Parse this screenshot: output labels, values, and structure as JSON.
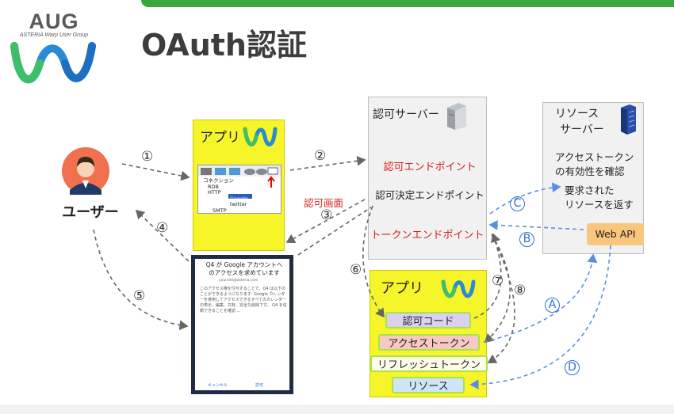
{
  "header": {
    "logo_text": "AUG",
    "logo_subtitle": "ASTERIA Warp User Group",
    "title": "OAuth認証"
  },
  "user": {
    "label": "ユーザー"
  },
  "app_top": {
    "label": "アプリ",
    "screenshot": {
      "row1": "コネクション",
      "row2": "RDB",
      "row3": "HTTP",
      "row4": "Google",
      "row5": "twitter",
      "row6": "SMTP"
    }
  },
  "auth_server": {
    "title": "認可サーバー",
    "authorization_endpoint": "認可エンドポイント",
    "decision_endpoint": "認可決定エンドポイント",
    "token_endpoint": "トークンエンドポイント"
  },
  "resource_server": {
    "title_line1": "リソース",
    "title_line2": "サーバー",
    "check_line1": "アクセストークン",
    "check_line2": "の有効性を確認",
    "return_line1": "要求された",
    "return_line2": "リソースを返す",
    "web_api": "Web API"
  },
  "auth_screen_label": "認可画面",
  "consent": {
    "title": "Q4 が Google アカウントへのアクセスを求めています",
    "email": "yoursite@asteria.com",
    "body": "このアクセス権を付与することで、Q4 は以下のことができるようになります: Google カレンダーを使用してアクセスできるすべてのカレンダーの表示、編集、共有、完全な削除です。 Q4 を信頼できることを確認 ...",
    "cancel": "キャンセル",
    "allow": "許可"
  },
  "app_bottom": {
    "label": "アプリ",
    "items": [
      "認可コード",
      "アクセストークン",
      "リフレッシュトークン",
      "リソース"
    ]
  },
  "steps": {
    "s1": "①",
    "s2": "②",
    "s3": "③",
    "s4": "④",
    "s5": "⑤",
    "s6": "⑥",
    "s7": "⑦",
    "s8": "⑧"
  },
  "letters": {
    "a": "A",
    "b": "B",
    "c": "C",
    "d": "D"
  },
  "colors": {
    "green": "#3aa541",
    "yellow": "#f5f52a",
    "red": "#d42020",
    "blue": "#2a6fd6",
    "navy": "#202b45"
  }
}
